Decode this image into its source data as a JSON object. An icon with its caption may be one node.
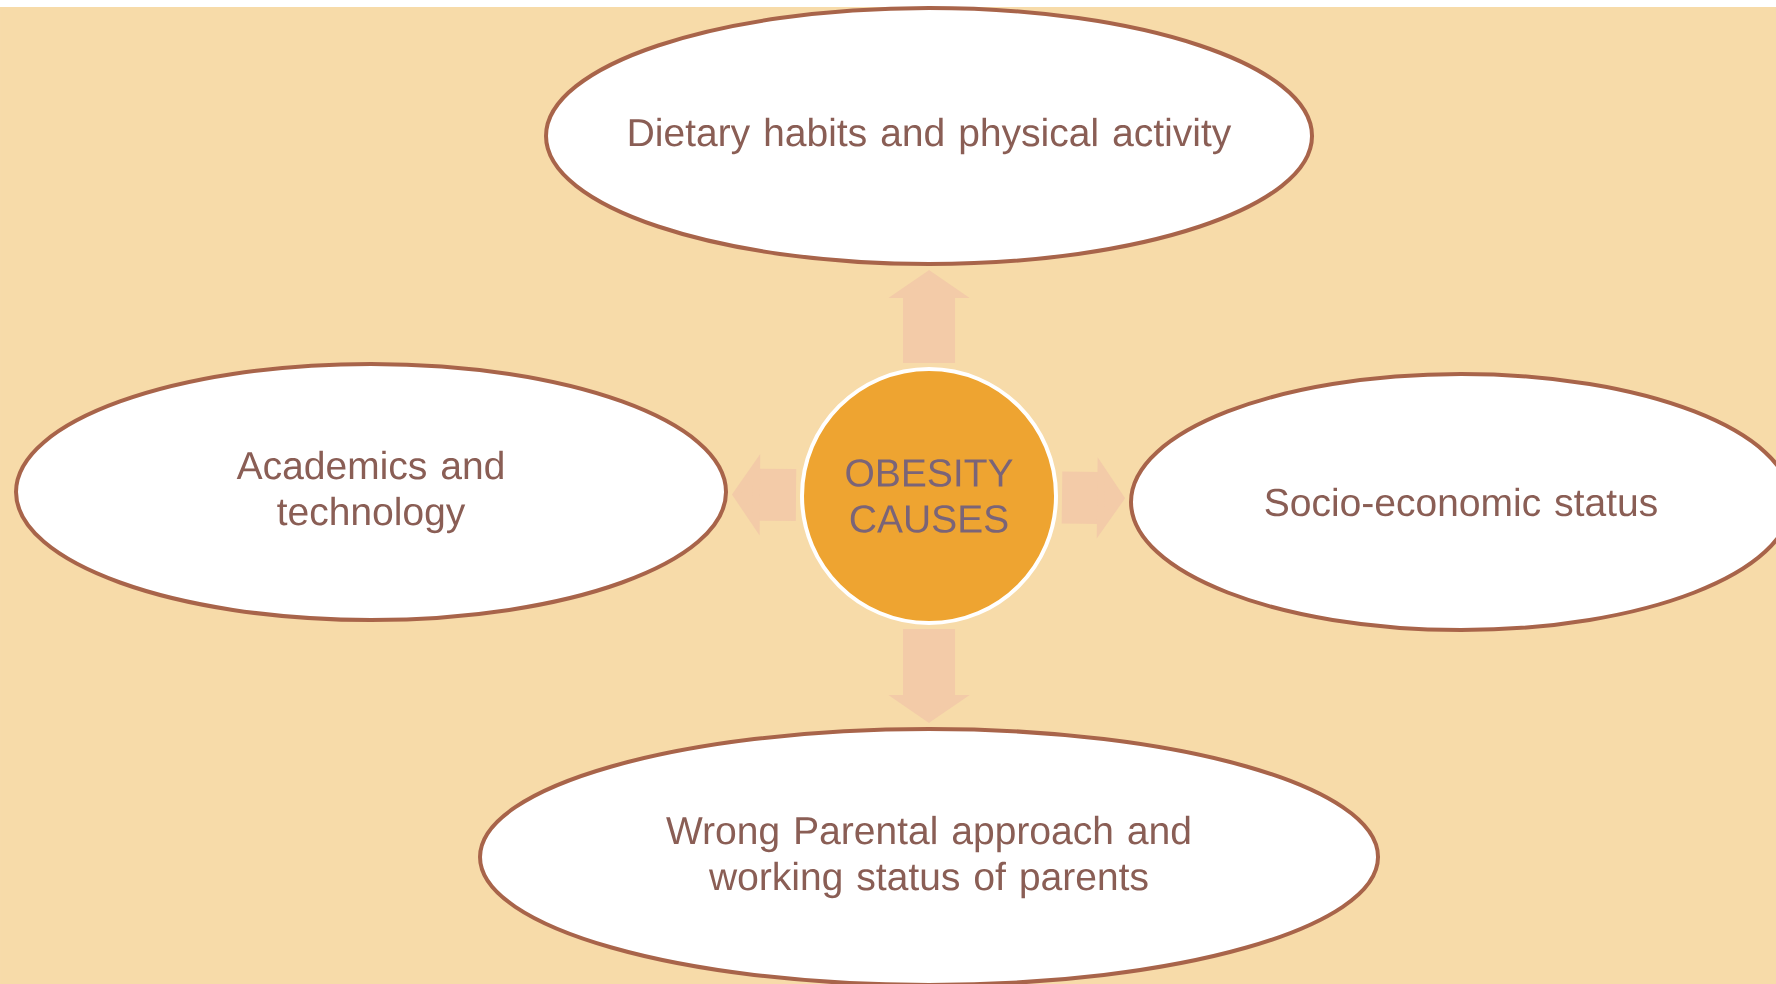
{
  "diagram": {
    "nodes": [
      {
        "text": [
          "Dietary habits and physical activity"
        ]
      },
      {
        "text": [
          "Academics and technology"
        ]
      },
      {
        "text": [
          "OBESITY CAUSES"
        ]
      },
      {
        "text": [
          "Socio-economic status"
        ]
      },
      {
        "text": [
          "Wrong Parental approach and working status of parents"
        ]
      }
    ],
    "edges": [
      {
        "from": 2,
        "to": 0,
        "arrow": "to"
      },
      {
        "from": 2,
        "to": 1,
        "arrow": "to"
      },
      {
        "from": 2,
        "to": 3,
        "arrow": "to"
      },
      {
        "from": 2,
        "to": 4,
        "arrow": "to"
      }
    ]
  }
}
